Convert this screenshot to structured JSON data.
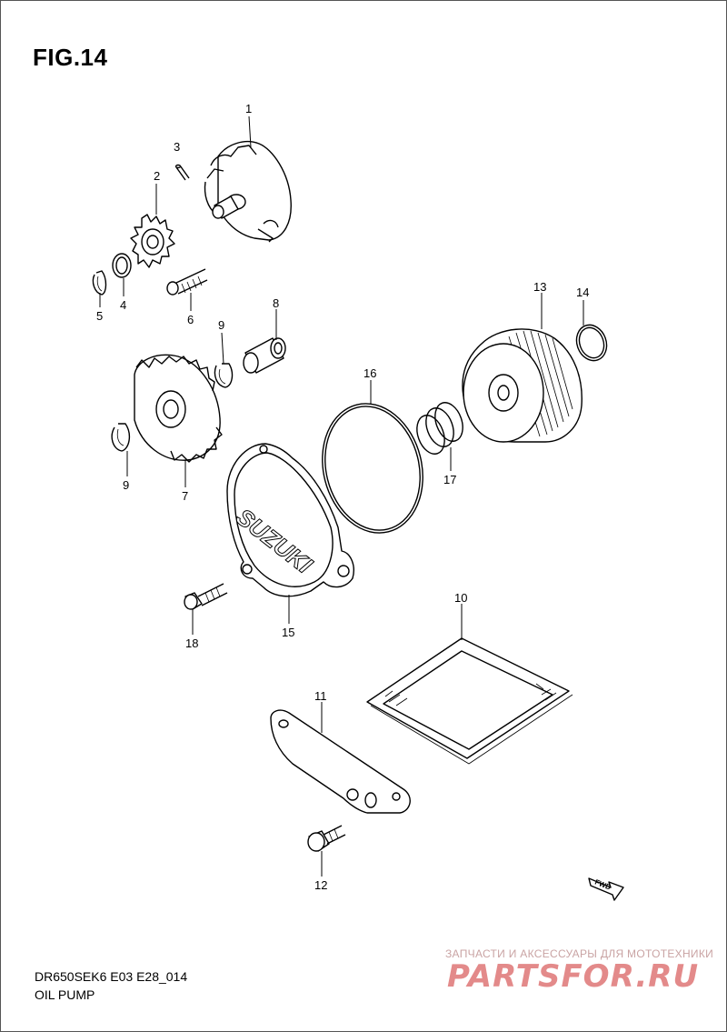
{
  "figure": {
    "title": "FIG.14",
    "model_code": "DR650SEK6 E03 E28_014",
    "caption": "OIL PUMP"
  },
  "watermark": {
    "tagline": "ЗАПЧАСТИ И АКСЕССУАРЫ ДЛЯ МОТОТЕХНИКИ",
    "logo": "PARTSFOR.RU"
  },
  "parts": {
    "p1": "1",
    "p2": "2",
    "p3": "3",
    "p4": "4",
    "p5": "5",
    "p6": "6",
    "p7": "7",
    "p8": "8",
    "p9a": "9",
    "p9b": "9",
    "p10": "10",
    "p11": "11",
    "p12": "12",
    "p13": "13",
    "p14": "14",
    "p15": "15",
    "p16": "16",
    "p17": "17",
    "p18": "18"
  },
  "cover_text": "SUZUKI",
  "fwd_label": "FWD",
  "colors": {
    "line": "#000000",
    "watermark": "#e38a8a"
  }
}
